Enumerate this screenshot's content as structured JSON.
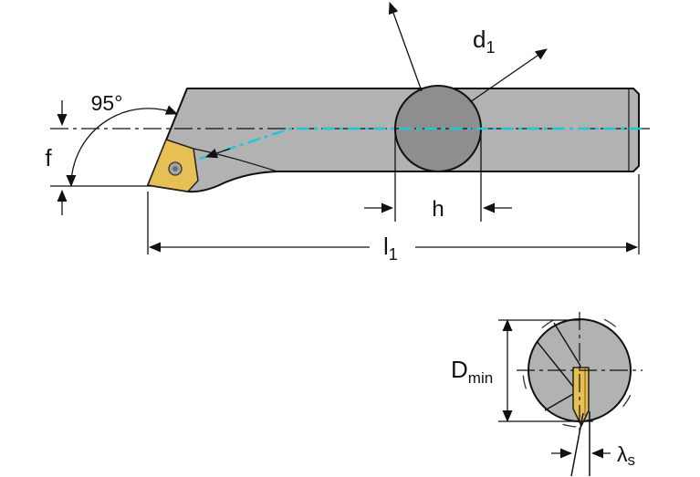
{
  "diagram": {
    "labels": {
      "approach_angle": "95°",
      "f": "f",
      "d1_base": "d",
      "d1_sub": "1",
      "h": "h",
      "l1_base": "l",
      "l1_sub": "1",
      "dmin_base": "D",
      "dmin_sub": "min",
      "lambda_base": "λ",
      "lambda_sub": "s"
    },
    "colors": {
      "bar": "#b2b2b2",
      "bore_circle": "#8e8e8e",
      "insert": "#e6bf55",
      "coolant": "#1fc6d9"
    }
  }
}
